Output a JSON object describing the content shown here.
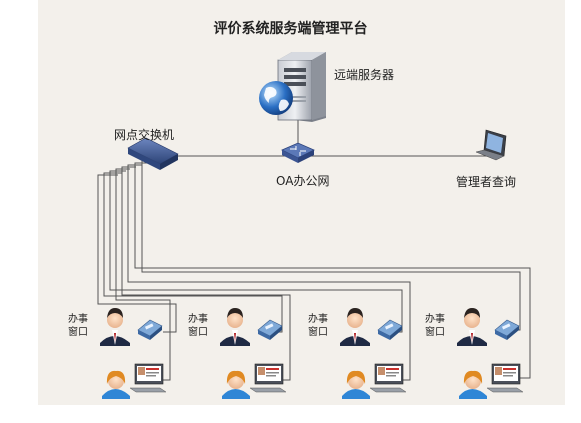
{
  "title": "评价系统服务端管理平台",
  "labels": {
    "server": "远端服务器",
    "switch": "网点交换机",
    "oa_network": "OA办公网",
    "admin_query": "管理者查询"
  },
  "windows": [
    {
      "line1": "办事",
      "line2": "窗口"
    },
    {
      "line1": "办事",
      "line2": "窗口"
    },
    {
      "line1": "办事",
      "line2": "窗口"
    },
    {
      "line1": "办事",
      "line2": "窗口"
    }
  ],
  "colors": {
    "background": "#f3f0eb",
    "line": "#555555",
    "switch": "#3f5f9a",
    "server": "#8a8f99",
    "globe": "#2a6fc4"
  },
  "icons": [
    "server-icon",
    "globe-icon",
    "switch-icon",
    "hub-icon",
    "laptop-icon",
    "staff-icon",
    "card-reader-icon",
    "customer-icon",
    "monitor-icon"
  ]
}
